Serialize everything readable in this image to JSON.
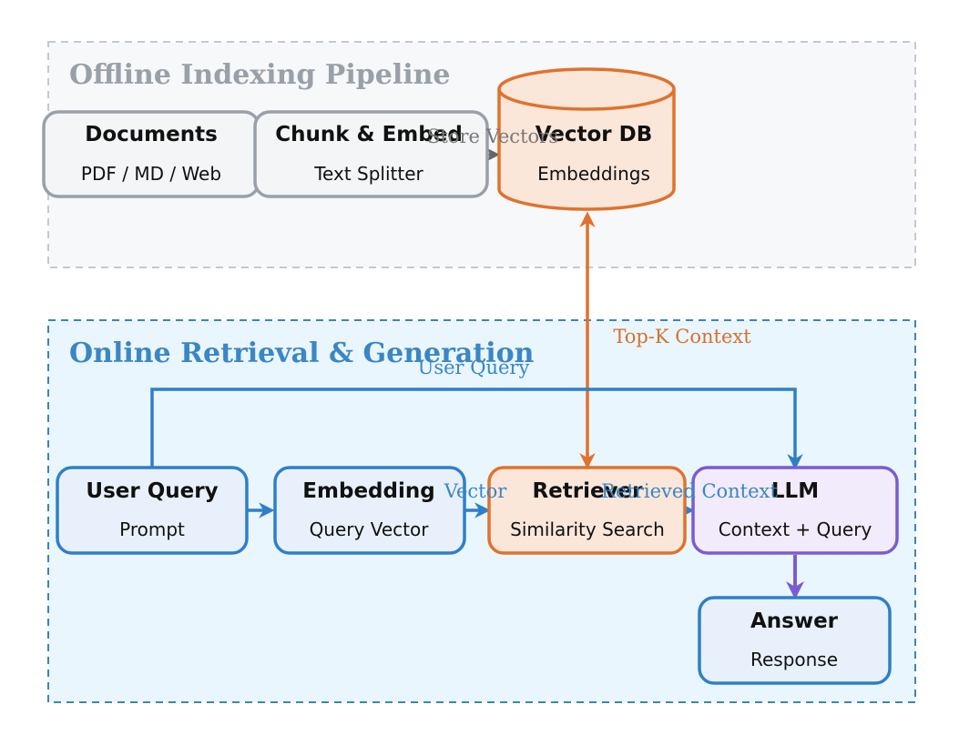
{
  "colors": {
    "offline_border": "#c4c9d0",
    "offline_fill": "#f6f8fa",
    "offline_title": "#9aa0a8",
    "online_border": "#3e84b8",
    "online_fill": "#e9f6fd",
    "online_title": "#3b86c4",
    "gray_node_border": "#9aa0a8",
    "gray_node_fill": "#f3f5f6",
    "blue_node_border": "#2f7fc8",
    "blue_node_fill": "#e8f1fb",
    "orange": "#e0722c",
    "orange_fill": "#fbe6da",
    "purple": "#7c5bd1",
    "purple_fill": "#f1ebfb",
    "gray_arrow": "#666666",
    "blue_arrow": "#2f7fc8"
  },
  "groups": {
    "offline": {
      "title": "Offline Indexing Pipeline"
    },
    "online": {
      "title": "Online Retrieval & Generation"
    }
  },
  "nodes": {
    "documents": {
      "title": "Documents",
      "subtitle": "PDF / MD / Web"
    },
    "chunk_embed": {
      "title": "Chunk & Embed",
      "subtitle": "Text Splitter"
    },
    "vector_db": {
      "title": "Vector DB",
      "subtitle": "Embeddings"
    },
    "user_query": {
      "title": "User Query",
      "subtitle": "Prompt"
    },
    "embedding": {
      "title": "Embedding",
      "subtitle": "Query Vector"
    },
    "retriever": {
      "title": "Retriever",
      "subtitle": "Similarity Search"
    },
    "llm": {
      "title": "LLM",
      "subtitle": "Context + Query"
    },
    "answer": {
      "title": "Answer",
      "subtitle": "Response"
    }
  },
  "edge_labels": {
    "store_vectors": "Store Vectors",
    "top_k_context": "Top-K Context",
    "user_query": "User Query",
    "vector": "Vector",
    "retrieved_context": "Retrieved Context"
  }
}
